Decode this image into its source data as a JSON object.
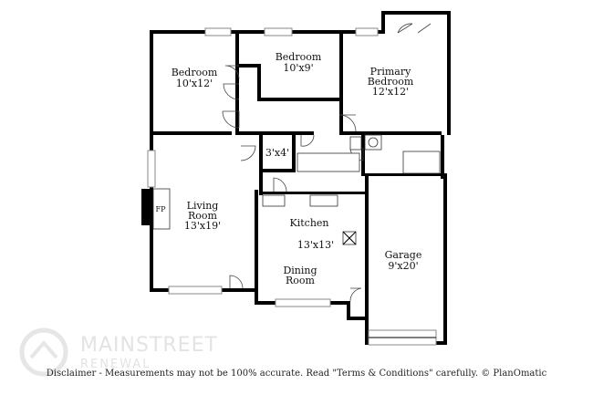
{
  "rooms": {
    "bedroom1": {
      "name": "Bedroom",
      "size": "10'x12'"
    },
    "bedroom2": {
      "name": "Bedroom",
      "size": "10'x9'"
    },
    "primary": {
      "name1": "Primary",
      "name2": "Bedroom",
      "size": "12'x12'"
    },
    "closet": {
      "size": "3'x4'"
    },
    "living": {
      "name1": "Living",
      "name2": "Room",
      "size": "13'x19'"
    },
    "fireplace": {
      "label": "FP"
    },
    "kitchen": {
      "name": "Kitchen",
      "size": "13'x13'"
    },
    "dining": {
      "name1": "Dining",
      "name2": "Room"
    },
    "garage": {
      "name": "Garage",
      "size": "9'x20'"
    }
  },
  "watermark": {
    "main": "MAINSTREET",
    "sub": "RENEWAL"
  },
  "disclaimer": "Disclaimer - Measurements may not be 100% accurate. Read \"Terms & Conditions\" carefully. © PlanOmatic"
}
